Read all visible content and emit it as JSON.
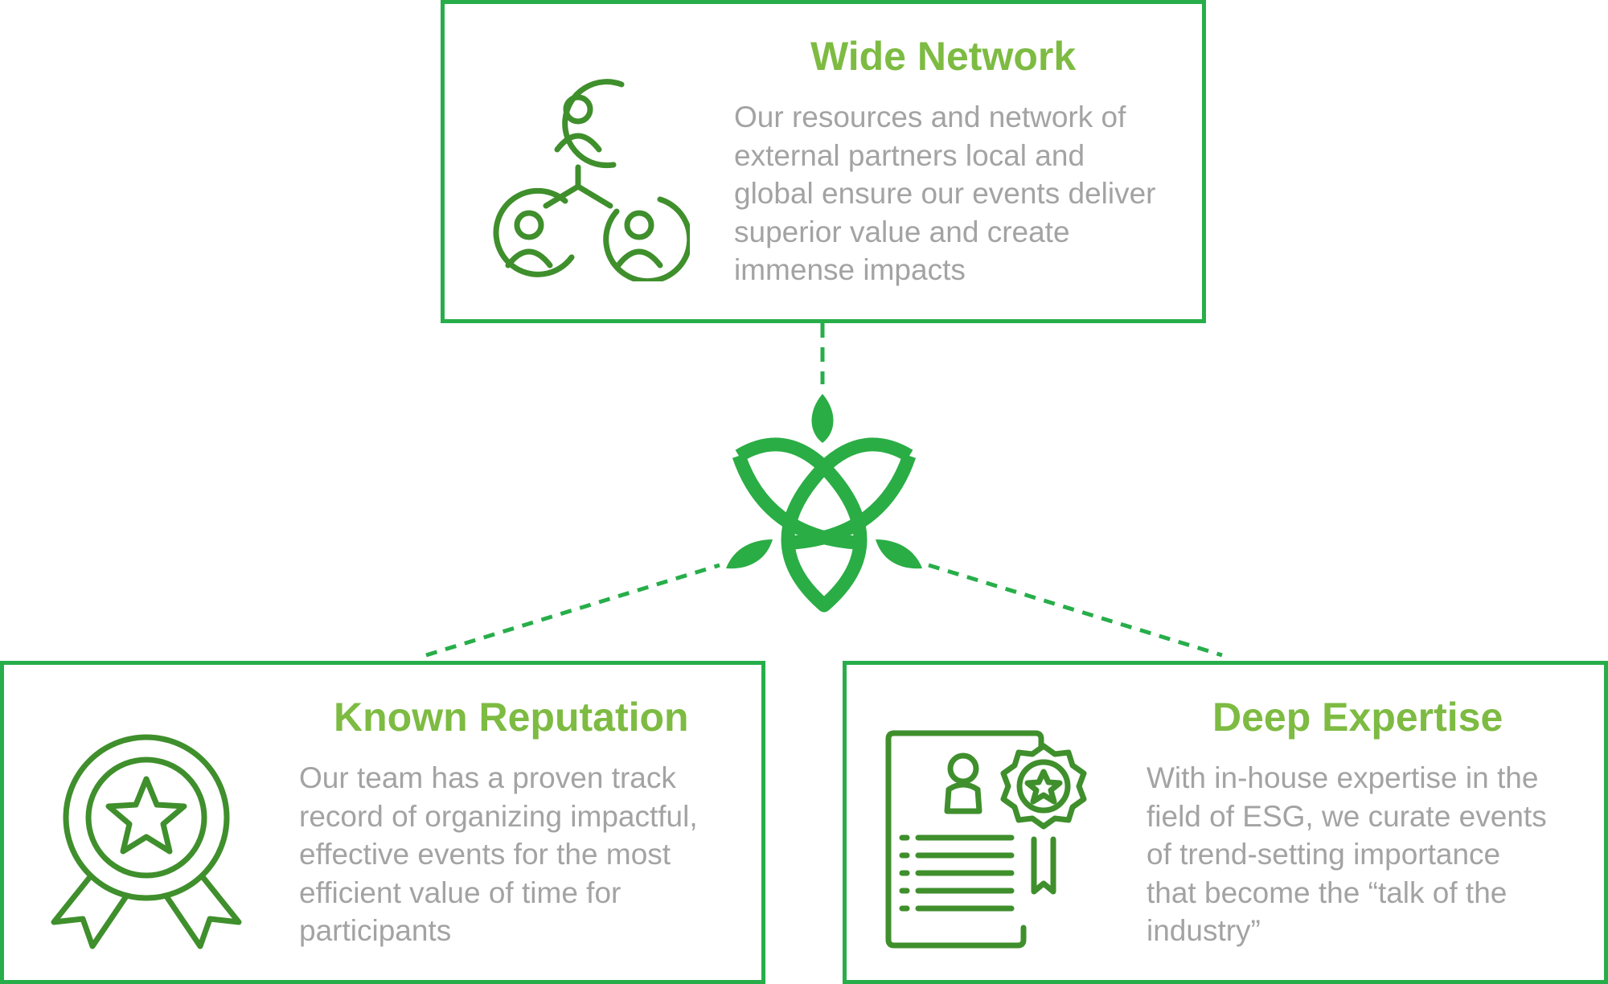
{
  "cards": [
    {
      "title": "Wide Network",
      "text_lines": [
        "Our resources and network of",
        "external partners local and",
        "global ensure our events deliver",
        "superior value and create",
        "immense impacts"
      ],
      "icon": "network-people-icon"
    },
    {
      "title": "Known Reputation",
      "text_lines": [
        "Our team has a proven track",
        "record of organizing impactful,",
        "effective events for the most",
        "efficient value of time for",
        "participants"
      ],
      "icon": "award-medal-star-icon"
    },
    {
      "title": "Deep Expertise",
      "text_lines": [
        "With in-house expertise in the",
        "field of ESG, we curate events",
        "of trend-setting importance",
        "that become the “talk of the",
        "industry”"
      ],
      "icon": "certificate-profile-badge-icon"
    }
  ],
  "center_logo": "trinity-leaf-logo-icon",
  "colors": {
    "border": "#27ae4a",
    "title": "#7dbb42",
    "text": "#a3a3a3",
    "icon": "#3f8f2c",
    "logo": "#2aad45",
    "connector": "#27ae4a"
  }
}
